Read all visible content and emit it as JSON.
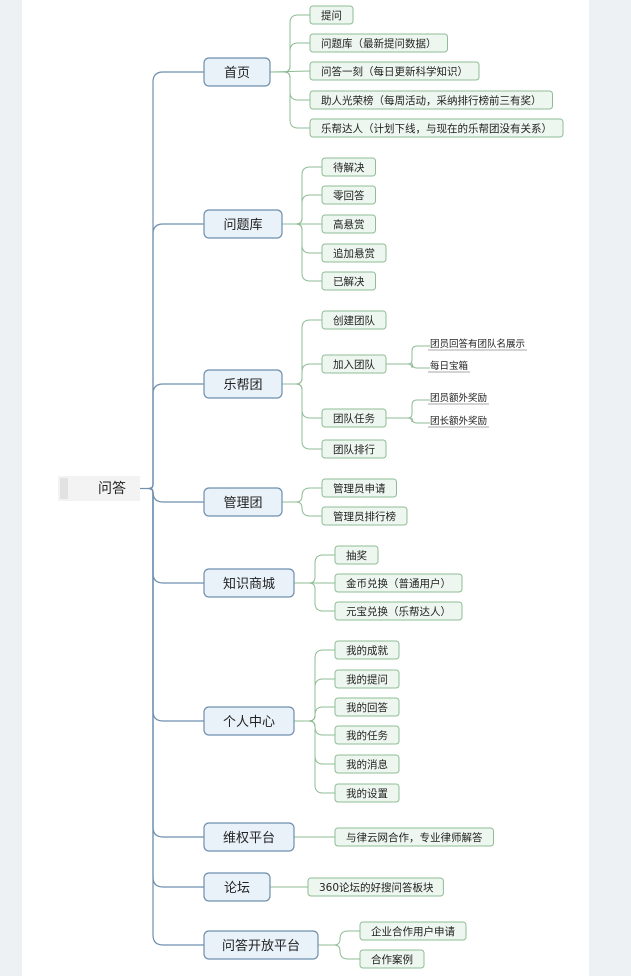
{
  "root": "问答",
  "branches": [
    {
      "label": "首页",
      "children": [
        {
          "label": "提问"
        },
        {
          "label": "问题库（最新提问数据）"
        },
        {
          "label": "问答一刻（每日更新科学知识）"
        },
        {
          "label": "助人光荣榜（每周活动，采纳排行榜前三有奖）"
        },
        {
          "label": "乐帮达人（计划下线，与现在的乐帮团没有关系）"
        }
      ]
    },
    {
      "label": "问题库",
      "children": [
        {
          "label": "待解决"
        },
        {
          "label": "零回答"
        },
        {
          "label": "高悬赏"
        },
        {
          "label": "追加悬赏"
        },
        {
          "label": "已解决"
        }
      ]
    },
    {
      "label": "乐帮团",
      "children": [
        {
          "label": "创建团队"
        },
        {
          "label": "加入团队",
          "children": [
            "团员回答有团队名展示",
            "每日宝箱"
          ]
        },
        {
          "label": "团队任务",
          "children": [
            "团员额外奖励",
            "团长额外奖励"
          ]
        },
        {
          "label": "团队排行"
        }
      ]
    },
    {
      "label": "管理团",
      "children": [
        {
          "label": "管理员申请"
        },
        {
          "label": "管理员排行榜"
        }
      ]
    },
    {
      "label": "知识商城",
      "children": [
        {
          "label": "抽奖"
        },
        {
          "label": "金币兑换（普通用户）"
        },
        {
          "label": "元宝兑换（乐帮达人）"
        }
      ]
    },
    {
      "label": "个人中心",
      "children": [
        {
          "label": "我的成就"
        },
        {
          "label": "我的提问"
        },
        {
          "label": "我的回答"
        },
        {
          "label": "我的任务"
        },
        {
          "label": "我的消息"
        },
        {
          "label": "我的设置"
        }
      ]
    },
    {
      "label": "维权平台",
      "children": [
        {
          "label": "与律云网合作，专业律师解答"
        }
      ]
    },
    {
      "label": "论坛",
      "children": [
        {
          "label": "360论坛的好搜问答板块"
        }
      ]
    },
    {
      "label": "问答开放平台",
      "children": [
        {
          "label": "企业合作用户申请"
        },
        {
          "label": "合作案例"
        }
      ]
    }
  ]
}
